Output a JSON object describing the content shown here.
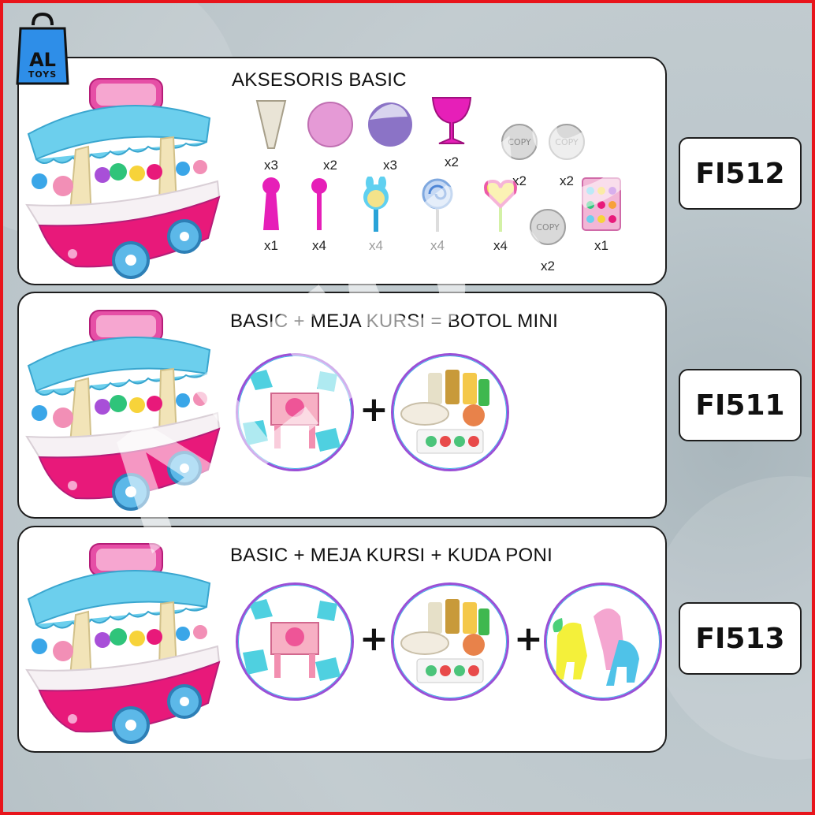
{
  "brand": {
    "logo_main": "AL",
    "logo_sub": "TOYS",
    "watermark": "ALTOYS"
  },
  "panels": [
    {
      "title": "AKSESORIS BASIC",
      "code": "FI512",
      "accessories": [
        {
          "icon": "ice-cream-cone-icon",
          "qty": "x3"
        },
        {
          "icon": "pink-scoop-icon",
          "qty": "x2"
        },
        {
          "icon": "purple-scoop-icon",
          "qty": "x3"
        },
        {
          "icon": "pink-cup-icon",
          "qty": "x2"
        },
        {
          "icon": "coin-icon",
          "qty": "x2",
          "label": "COPY"
        },
        {
          "icon": "coin-icon",
          "qty": "x2",
          "label": "COPY"
        },
        {
          "icon": "scooper-icon",
          "qty": "x1"
        },
        {
          "icon": "spoon-icon",
          "qty": "x4"
        },
        {
          "icon": "bunny-lollipop-icon",
          "qty": "x4"
        },
        {
          "icon": "swirl-lollipop-icon",
          "qty": "x4"
        },
        {
          "icon": "heart-lollipop-icon",
          "qty": "x4"
        },
        {
          "icon": "coin-icon",
          "qty": "x2",
          "label": "COPY"
        },
        {
          "icon": "sticker-sheet-icon",
          "qty": "x1"
        }
      ]
    },
    {
      "title": "BASIC + MEJA KURSI = BOTOL MINI",
      "code": "FI511",
      "bundle": [
        "table-chairs-icon",
        "mini-bottles-icon"
      ]
    },
    {
      "title": "BASIC + MEJA KURSI + KUDA PONI",
      "code": "FI513",
      "bundle": [
        "table-chairs-icon",
        "mini-bottles-icon",
        "ponies-icon"
      ]
    }
  ],
  "plus_sign": "+",
  "colors": {
    "border": "#e8141b",
    "cart_pink": "#e8197a",
    "canopy_blue": "#5cc8e8",
    "circle_ring": "#9b4fd6"
  }
}
